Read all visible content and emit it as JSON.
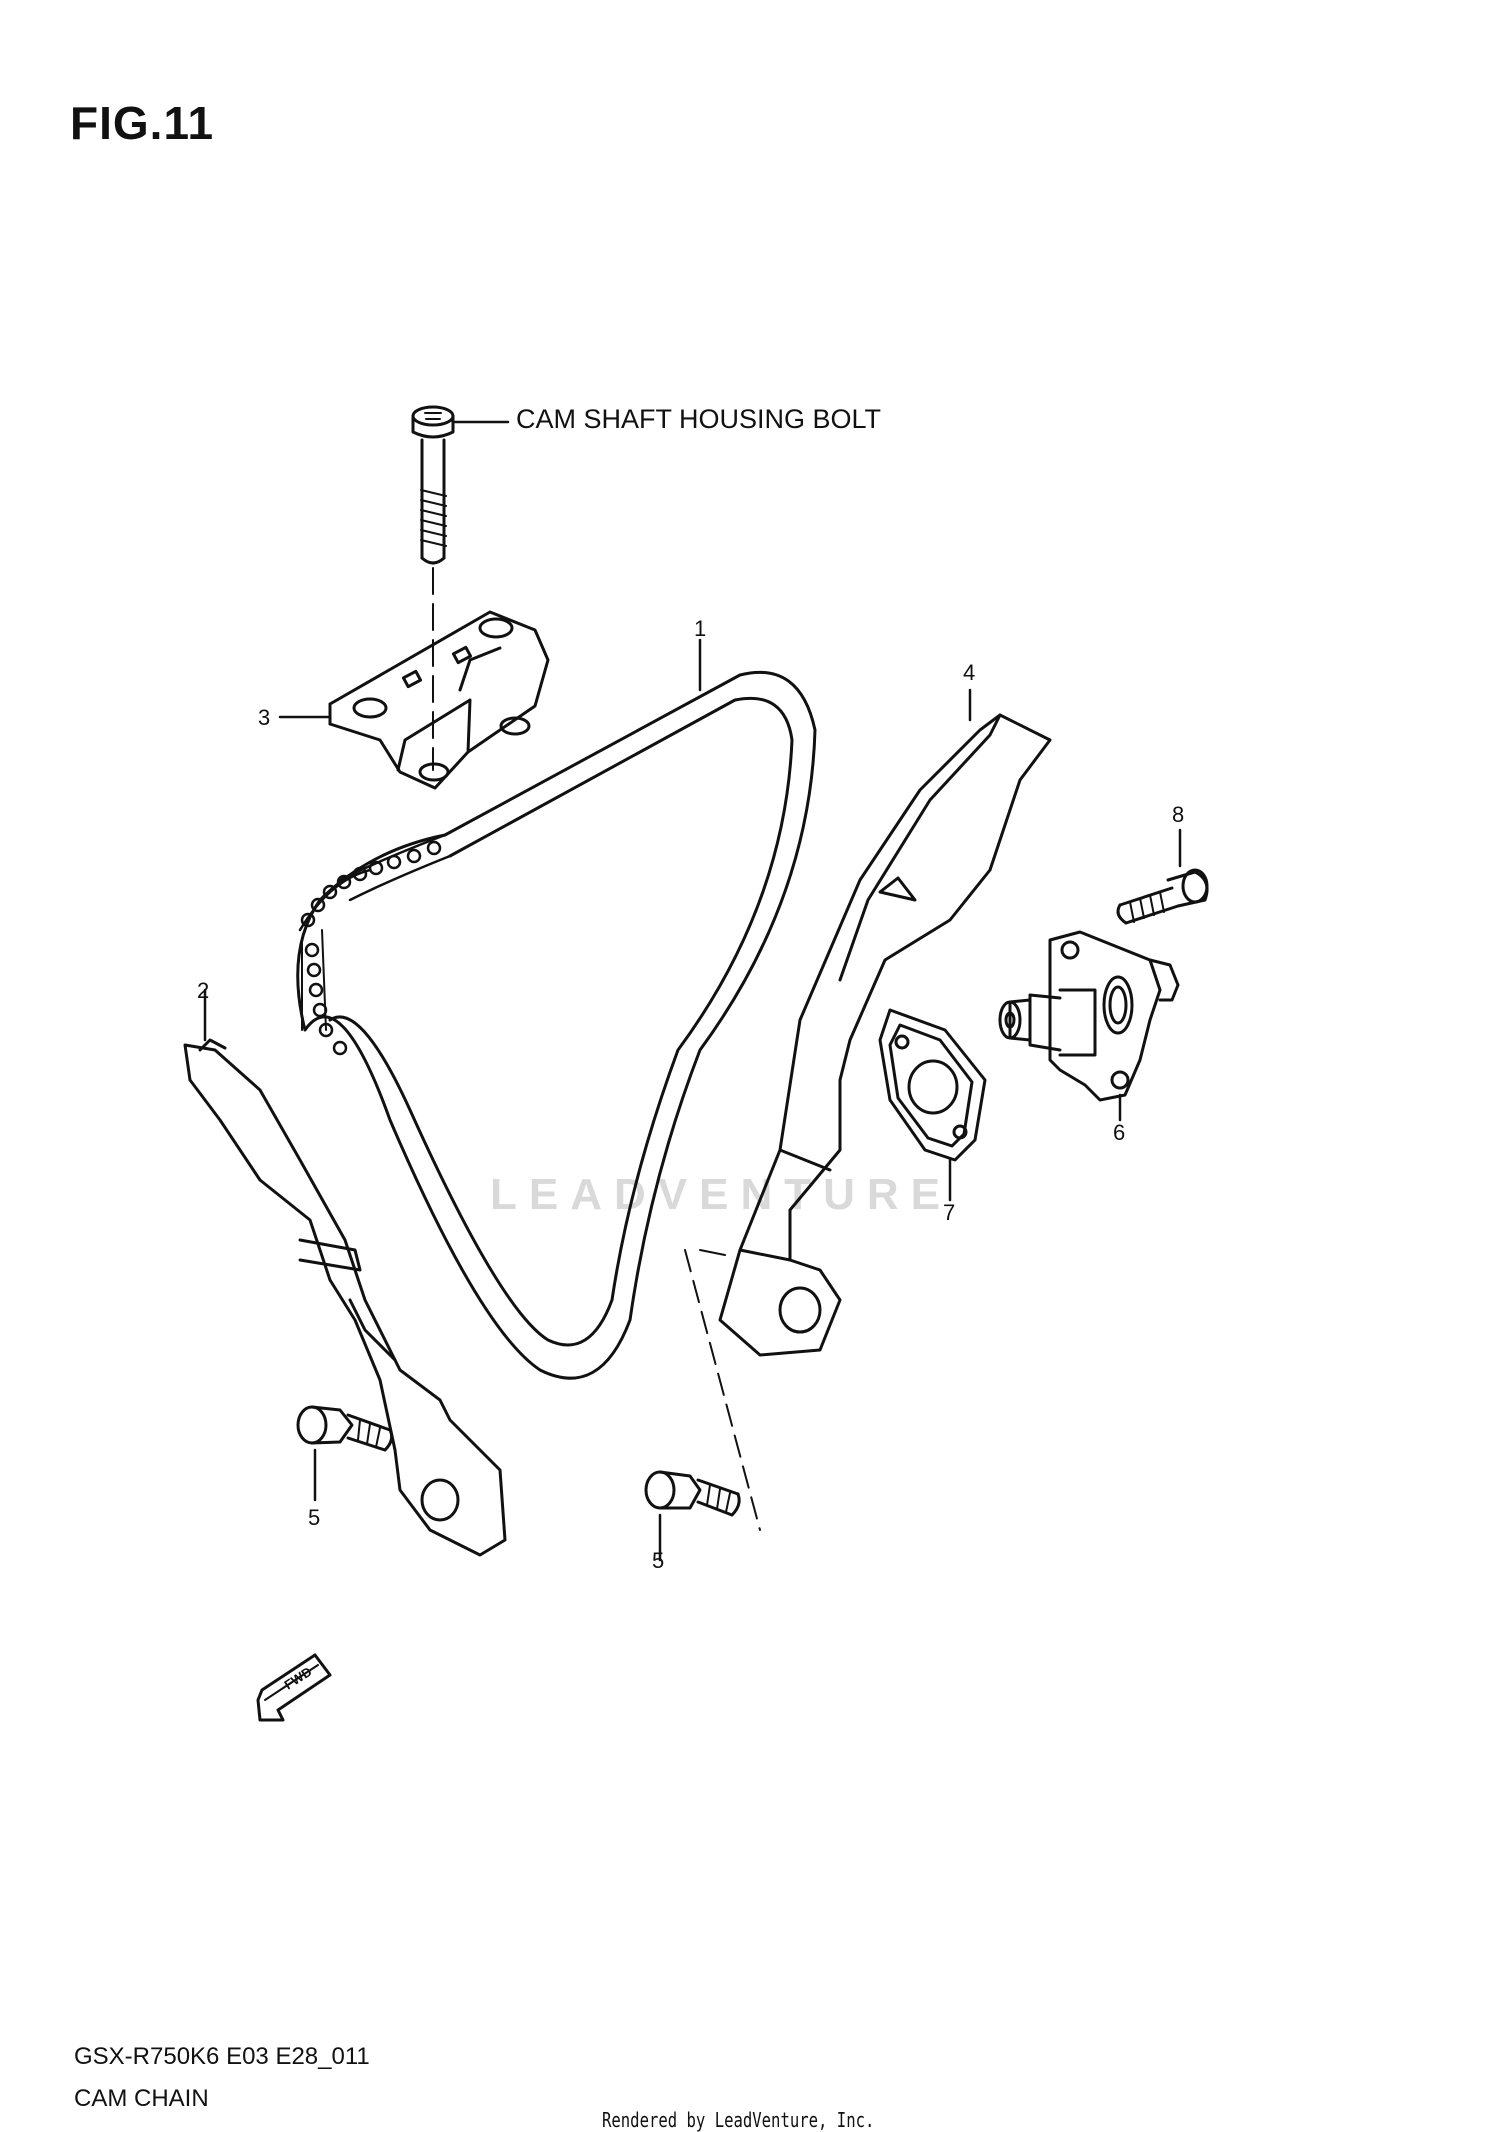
{
  "figure": {
    "title": "FIG.11",
    "model_code": "GSX-R750K6 E03 E28_011",
    "caption": "CAM CHAIN",
    "credit": "Rendered by LeadVenture, Inc.",
    "watermark": "LEADVENTURE",
    "fwd_label": "FWD"
  },
  "parts": {
    "bolt_label": "CAM SHAFT HOUSING BOLT",
    "callouts": [
      {
        "id": "1"
      },
      {
        "id": "2"
      },
      {
        "id": "3"
      },
      {
        "id": "4"
      },
      {
        "id": "5"
      },
      {
        "id": "5"
      },
      {
        "id": "6"
      },
      {
        "id": "7"
      },
      {
        "id": "8"
      }
    ]
  }
}
